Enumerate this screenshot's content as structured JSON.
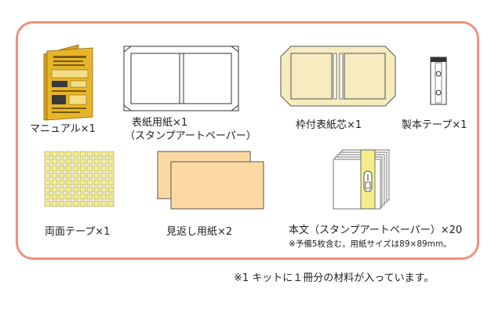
{
  "items": [
    {
      "label": "マニュアル×1"
    },
    {
      "label": "表紙用紙×1",
      "label2": "（スタンプアートペーパー）"
    },
    {
      "label": "枠付表紙芯×1"
    },
    {
      "label": "製本テープ×1"
    },
    {
      "label": "両面テープ×1"
    },
    {
      "label": "見返し用紙×2"
    },
    {
      "label": "本文（スタンプアートペーパー）×20",
      "note": "※予備5枚含む。用紙サイズは89×89mm。"
    }
  ],
  "footnote": "※1 キットに１冊分の材料が入っています。",
  "colors": {
    "border": "#f0917f",
    "manual": "#e7b52a",
    "core": "#f6ecbf",
    "endpaper": "#fcd9a3",
    "tape": "#f5ec8b"
  }
}
